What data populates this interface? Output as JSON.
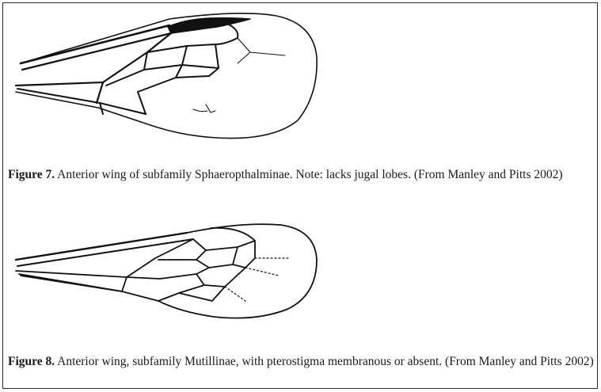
{
  "figure7": {
    "label": "Figure 7.",
    "text": " Anterior wing of subfamily Sphaeropthalminae. Note: lacks jugal lobes. (From Manley and Pitts 2002)"
  },
  "figure8": {
    "label": "Figure 8.",
    "text": " Anterior wing, subfamily Mutillinae, with pterostigma membranous or absent. (From Manley and Pitts 2002)"
  }
}
